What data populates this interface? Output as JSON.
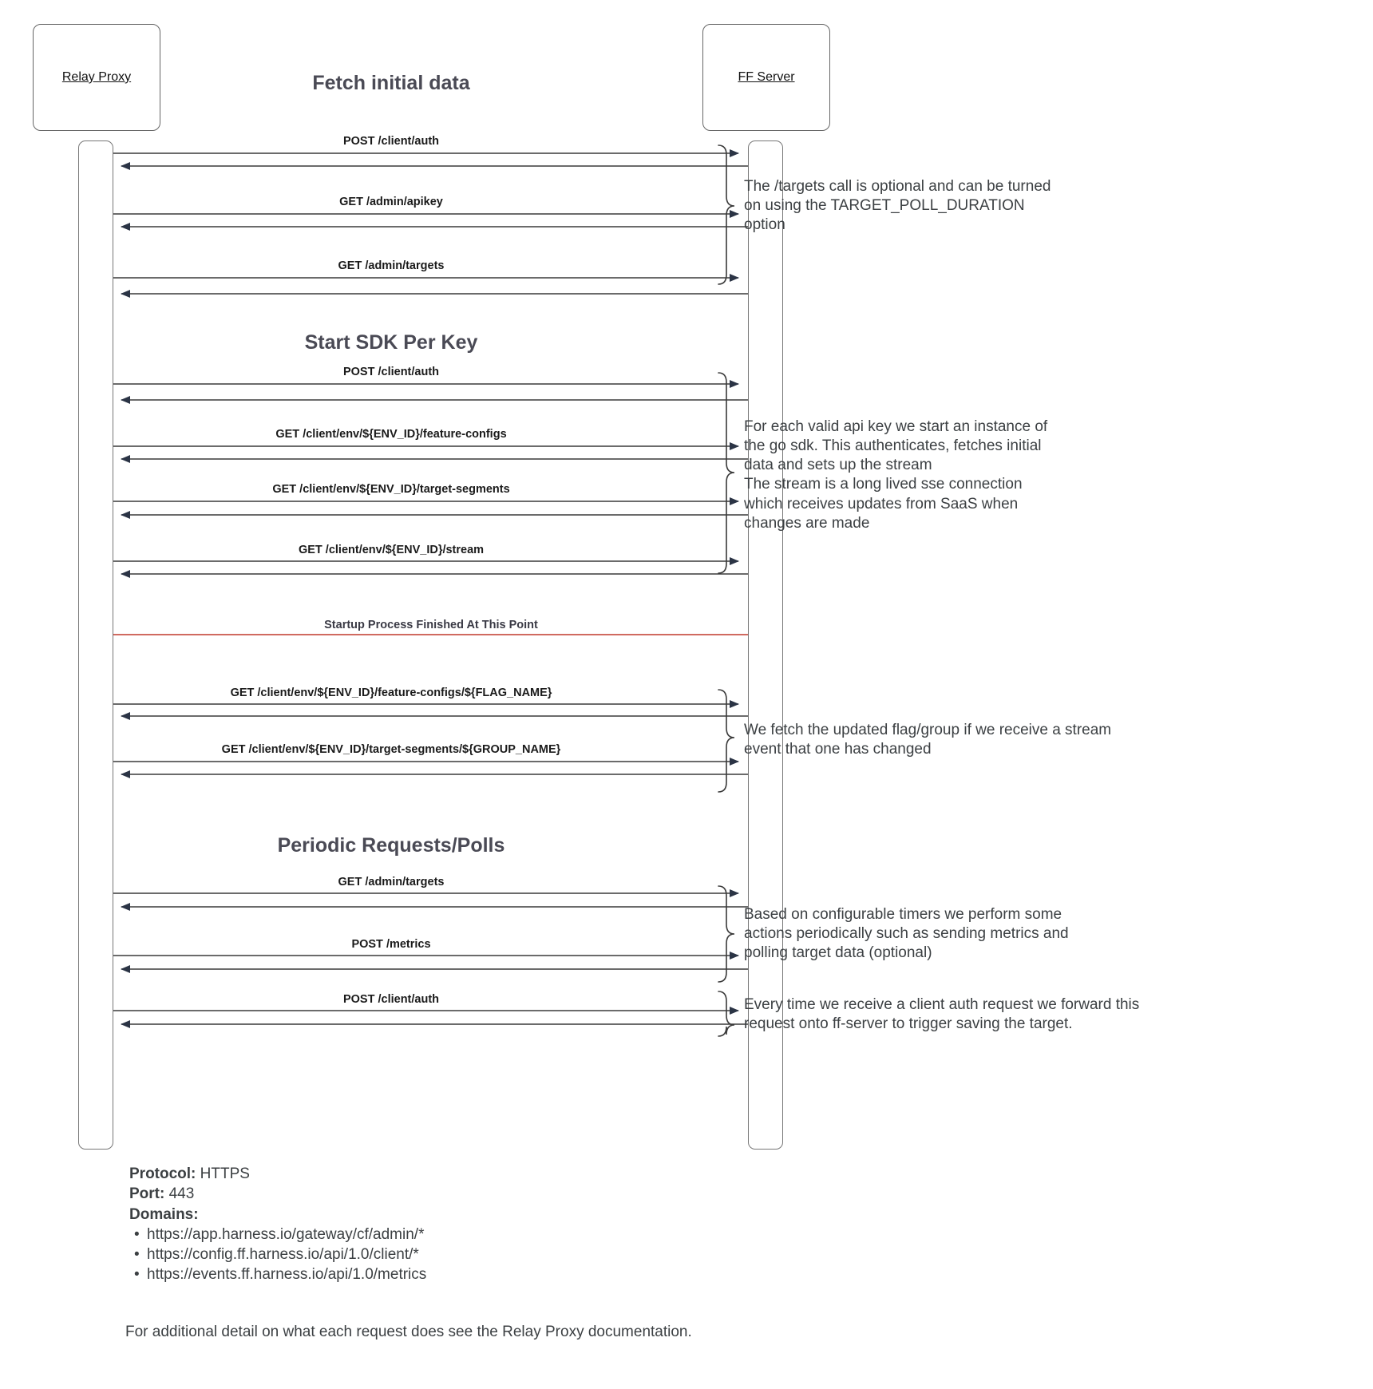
{
  "diagram": {
    "participants": [
      {
        "name": "Relay Proxy"
      },
      {
        "name": "FF Server"
      }
    ],
    "sections": [
      {
        "title": "Fetch initial data"
      },
      {
        "title": "Start SDK Per Key"
      },
      {
        "title": "Periodic Requests/Polls"
      }
    ],
    "messages": [
      {
        "label": "POST /client/auth"
      },
      {
        "label": "GET /admin/apikey"
      },
      {
        "label": "GET /admin/targets"
      },
      {
        "label": "POST /client/auth"
      },
      {
        "label": "GET /client/env/${ENV_ID}/feature-configs"
      },
      {
        "label": "GET /client/env/${ENV_ID}/target-segments"
      },
      {
        "label": "GET /client/env/${ENV_ID}/stream"
      },
      {
        "label": "GET /client/env/${ENV_ID}/feature-configs/${FLAG_NAME}"
      },
      {
        "label": "GET /client/env/${ENV_ID}/target-segments/${GROUP_NAME}"
      },
      {
        "label": "GET /admin/targets"
      },
      {
        "label": "POST /metrics"
      },
      {
        "label": "POST /client/auth"
      }
    ],
    "divider": {
      "label": "Startup Process Finished At This Point",
      "color": "#c0392b"
    },
    "notes": [
      {
        "lines": [
          "The /targets call is optional and can be turned",
          "on using the TARGET_POLL_DURATION",
          "option"
        ]
      },
      {
        "lines": [
          "For each valid api key we start an instance of",
          "the go sdk. This authenticates, fetches initial",
          "data and sets up the stream",
          "The stream is a long lived sse connection",
          "which receives updates from SaaS when",
          "changes are made"
        ]
      },
      {
        "lines": [
          "We fetch the updated flag/group if we receive a stream",
          "event that one has changed"
        ]
      },
      {
        "lines": [
          "Based on configurable timers we perform some",
          "actions periodically such as sending metrics and",
          "polling target data (optional)"
        ]
      },
      {
        "lines": [
          "Every time we receive a client auth request we forward this",
          "request onto ff-server to trigger saving the target."
        ]
      }
    ]
  },
  "footer": {
    "protocol_key": "Protocol:",
    "protocol_value": "HTTPS",
    "port_key": "Port:",
    "port_value": "443",
    "domains_key": "Domains:",
    "domains": [
      "https://app.harness.io/gateway/cf/admin/*",
      "https://config.ff.harness.io/api/1.0/client/*",
      "https://events.ff.harness.io/api/1.0/metrics"
    ],
    "note": "For additional detail on what each request does see the Relay Proxy documentation."
  }
}
